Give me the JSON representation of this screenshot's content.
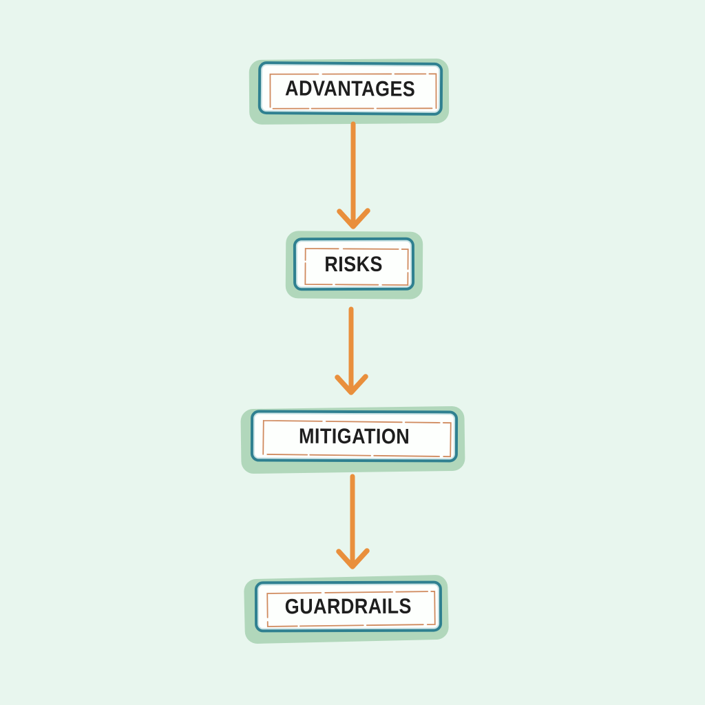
{
  "diagram": {
    "type": "flowchart",
    "direction": "top-to-bottom",
    "nodes": [
      {
        "id": "advantages",
        "label": "ADVANTAGES"
      },
      {
        "id": "risks",
        "label": "RISKS"
      },
      {
        "id": "mitigation",
        "label": "MITIGATION"
      },
      {
        "id": "guardrails",
        "label": "GUARDRAILS"
      }
    ],
    "connections": [
      {
        "from": "advantages",
        "to": "risks"
      },
      {
        "from": "risks",
        "to": "mitigation"
      },
      {
        "from": "mitigation",
        "to": "guardrails"
      }
    ]
  },
  "colors": {
    "background": "#e8f6ee",
    "box_fill": "#fdfffd",
    "box_border": "#2f8090",
    "box_shadow": "#b1d7bb",
    "inner_sketch": "#d08a5e",
    "arrow": "#e98f3c",
    "text": "#1e1e1e"
  }
}
